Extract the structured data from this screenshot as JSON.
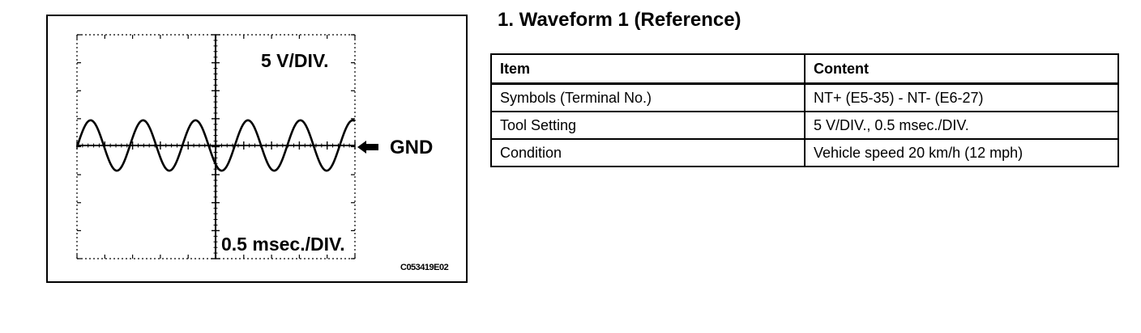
{
  "figure": {
    "volts_per_div": "5 V/DIV.",
    "time_per_div": "0.5 msec./DIV.",
    "ground_label": "GND",
    "figure_code": "C053419E02",
    "icons": {
      "arrow": "arrow-left-icon"
    }
  },
  "chart_data": {
    "type": "line",
    "description_units": "scope divisions",
    "x_range_div": [
      0,
      10
    ],
    "waveform": "sine",
    "cycles_shown": 5.3,
    "amplitude_div": 0.9,
    "ground_level": "center"
  },
  "section": {
    "heading": "1. Waveform 1 (Reference)"
  },
  "table": {
    "headers": [
      "Item",
      "Content"
    ],
    "rows": [
      [
        "Symbols (Terminal No.)",
        "NT+ (E5-35) - NT- (E6-27)"
      ],
      [
        "Tool Setting",
        "5 V/DIV., 0.5 msec./DIV."
      ],
      [
        "Condition",
        "Vehicle speed 20 km/h (12 mph)"
      ]
    ]
  }
}
